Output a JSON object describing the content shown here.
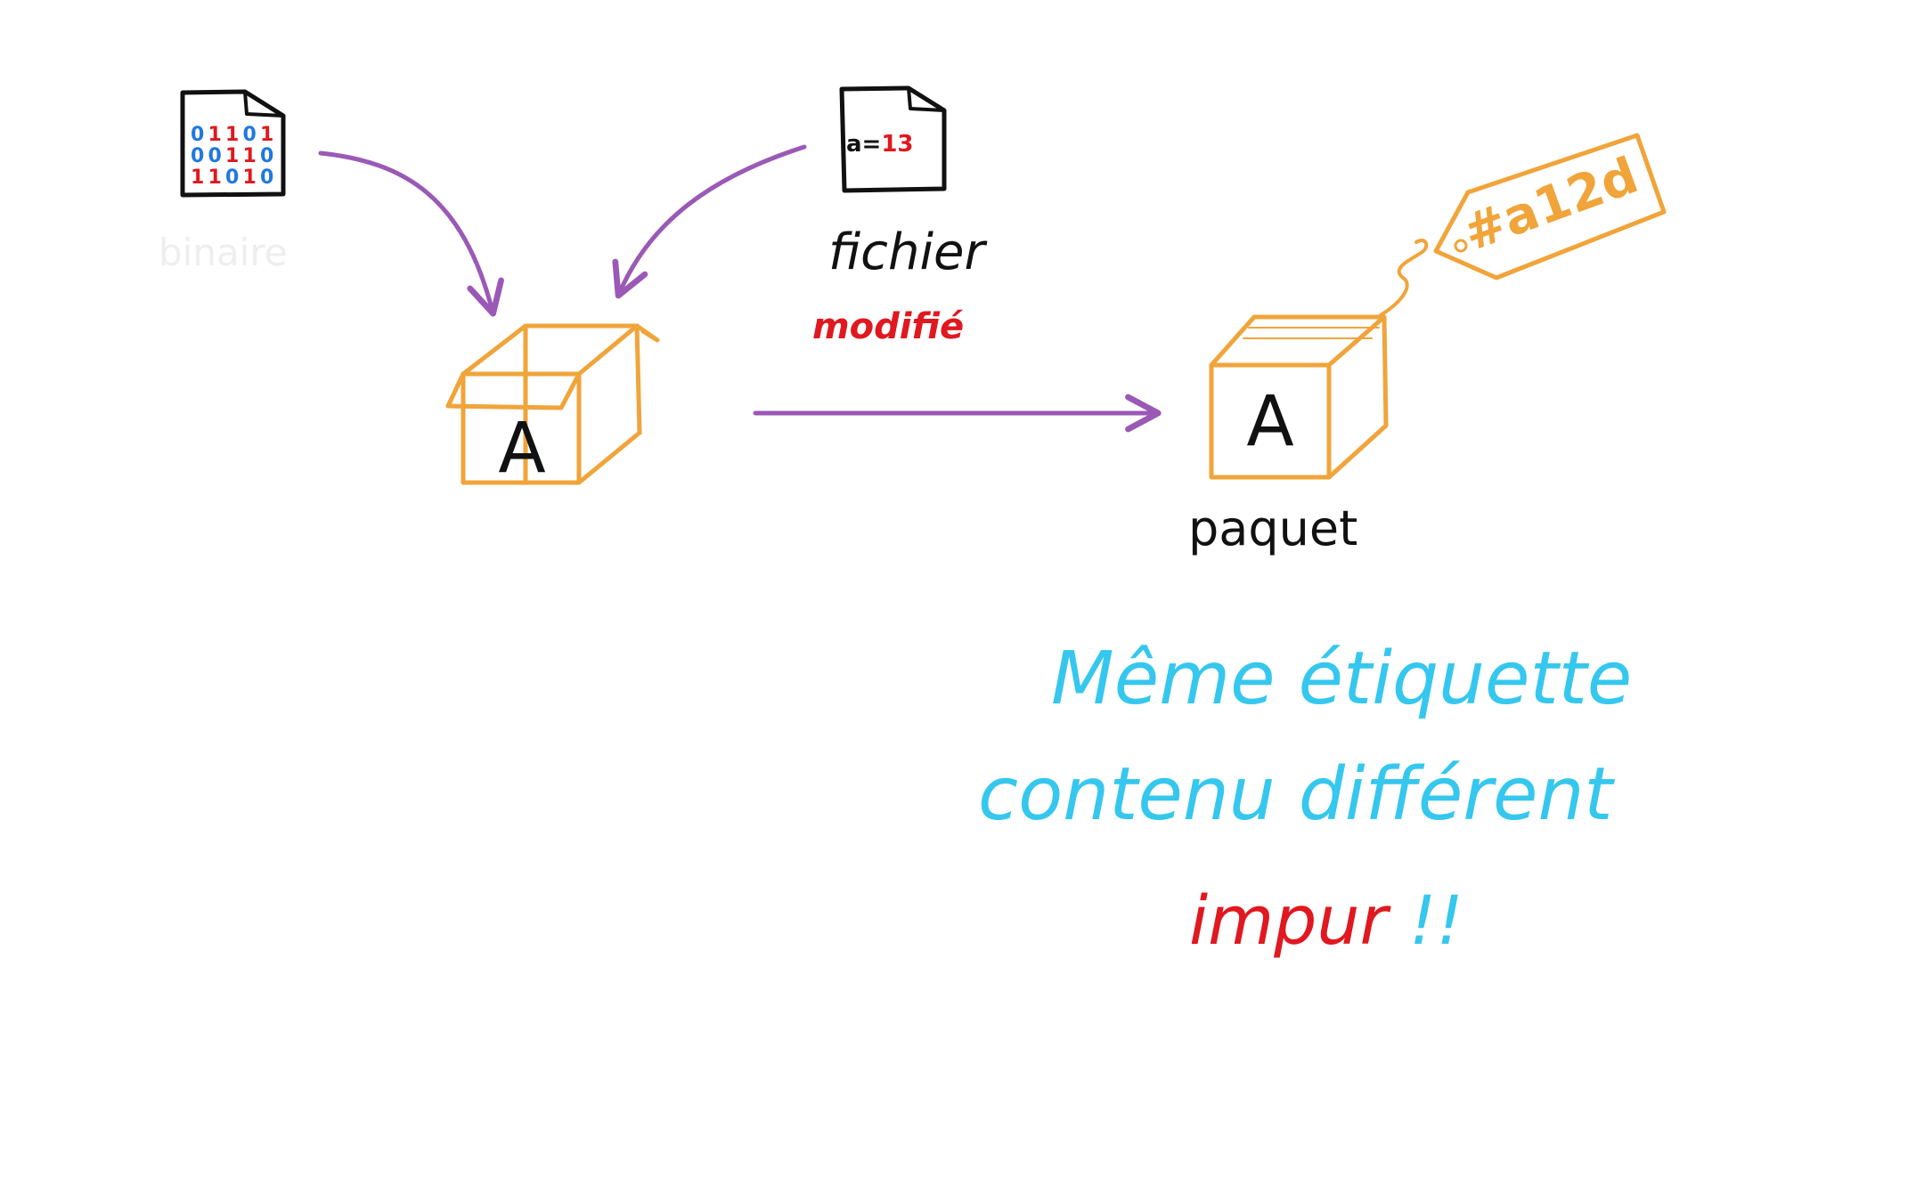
{
  "colors": {
    "ink": "#111111",
    "arrow": "#9b59b6",
    "box": "#f0a43a",
    "accent": "#e0181f",
    "note": "#35c7ee",
    "bit_blue": "#1f78e0",
    "bit_red": "#e0181f",
    "faint": "#eeeeee"
  },
  "binary_file": {
    "rows": [
      {
        "bits": [
          "0",
          "1",
          "1",
          "0",
          "1"
        ],
        "colors": [
          "blue",
          "red",
          "red",
          "blue",
          "red"
        ]
      },
      {
        "bits": [
          "0",
          "0",
          "1",
          "1",
          "0"
        ],
        "colors": [
          "blue",
          "blue",
          "red",
          "red",
          "blue"
        ]
      },
      {
        "bits": [
          "1",
          "1",
          "0",
          "1",
          "0"
        ],
        "colors": [
          "red",
          "red",
          "blue",
          "red",
          "blue"
        ]
      }
    ],
    "label": "binaire"
  },
  "source_file": {
    "content_var": "a=",
    "content_value": "13",
    "label": "fichier",
    "sublabel": "modifié"
  },
  "open_box": {
    "letter": "A"
  },
  "closed_box": {
    "letter": "A",
    "label": "paquet"
  },
  "tag": {
    "text": "#a12d"
  },
  "note": {
    "line1": "Même étiquette",
    "line2": "contenu différent",
    "line3_red": "impur",
    "line3_blue": " !!"
  },
  "icons": {
    "binary_file": "document-binary-icon",
    "source_file": "document-text-icon",
    "arrow": "arrow-icon",
    "open_box": "open-box-icon",
    "closed_box": "closed-box-icon",
    "tag": "price-tag-icon"
  }
}
